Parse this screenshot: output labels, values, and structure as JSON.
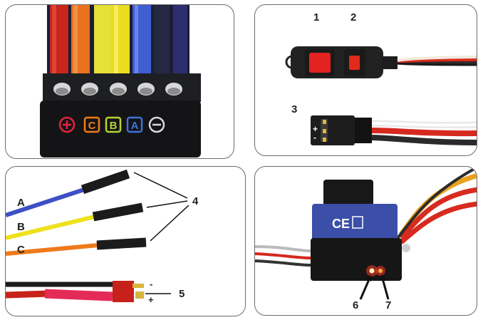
{
  "panel1": {
    "terminals": [
      {
        "symbol": "+",
        "color": "#e5213a"
      },
      {
        "symbol": "C",
        "color": "#f07c1a"
      },
      {
        "symbol": "B",
        "color": "#b7d433"
      },
      {
        "symbol": "A",
        "color": "#3f72d8"
      },
      {
        "symbol": "−",
        "color": "#d9d9d9"
      }
    ]
  },
  "panel2": {
    "label_1": "1",
    "label_2": "2",
    "label_3": "3",
    "plus": "+",
    "minus": "-"
  },
  "panel3": {
    "label_a": "A",
    "label_b": "B",
    "label_c": "C",
    "label_4": "4",
    "label_5": "5",
    "minus": "-",
    "plus": "+"
  },
  "panel4": {
    "label_6": "6",
    "label_7": "7",
    "ce_mark": "CE"
  },
  "colors": {
    "red_wire": "#d8231c",
    "orange_wire": "#e8731f",
    "yellow_wire": "#f1e21b",
    "blue_wire": "#3d59c9",
    "heatshrink_blue": "#2f3f9c"
  }
}
